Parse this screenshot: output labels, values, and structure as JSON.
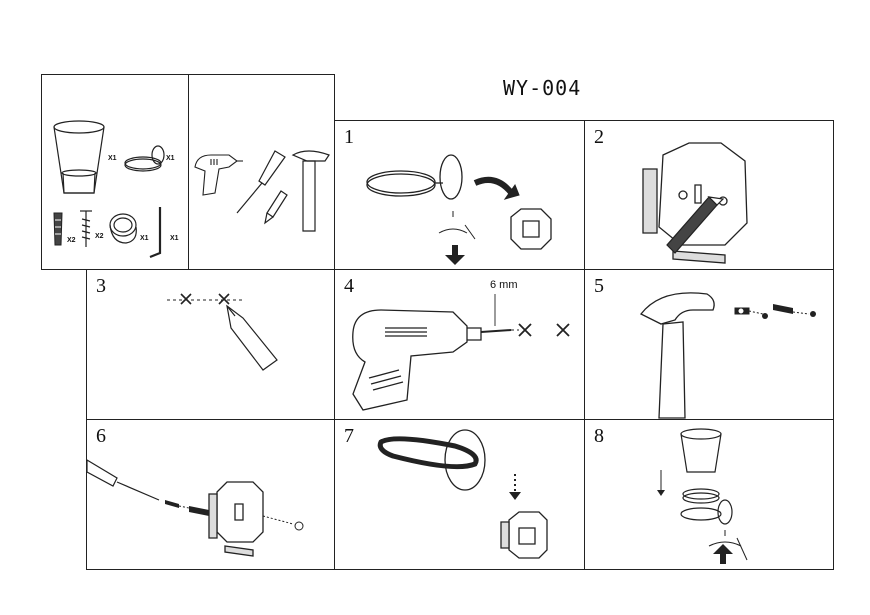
{
  "title": "WY-004",
  "parts": {
    "cup_qty": "X1",
    "holder_qty": "X1",
    "anchor_qty": "X2",
    "screw_qty": "X2",
    "ring_qty": "X1",
    "key_qty": "X1"
  },
  "steps": [
    {
      "number": "1"
    },
    {
      "number": "2"
    },
    {
      "number": "3"
    },
    {
      "number": "4",
      "drill_size": "6 mm"
    },
    {
      "number": "5"
    },
    {
      "number": "6"
    },
    {
      "number": "7"
    },
    {
      "number": "8"
    }
  ],
  "icons": [
    "tumbler-cup",
    "holder-ring",
    "wall-plug",
    "screw",
    "glass-ring",
    "allen-key",
    "electric-drill",
    "screwdriver",
    "pencil",
    "hammer",
    "mounting-bracket",
    "rotate-arrow",
    "down-arrow",
    "up-arrow",
    "drill-mark-x"
  ]
}
